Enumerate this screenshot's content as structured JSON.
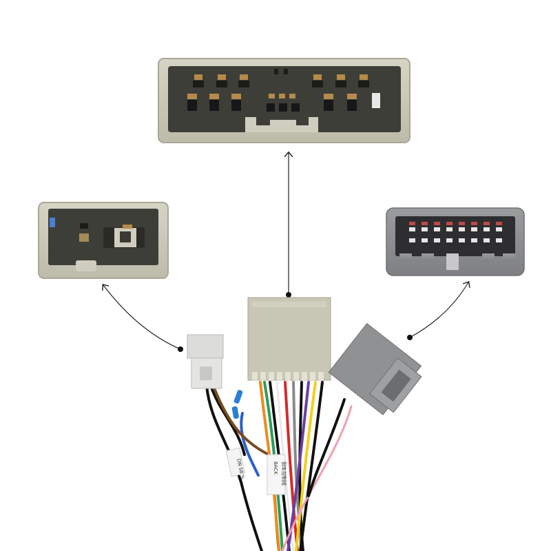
{
  "image": {
    "subject": "car-stereo-wiring-harness",
    "colors": {
      "background": "#ffffff",
      "connector_beige": "#c9c7b6",
      "connector_grey": "#8f9092",
      "connector_dark": "#3b3b36",
      "arrow": "#222222"
    },
    "callouts": [
      {
        "name": "top-connector-callout",
        "points_to": "center-beige-connector"
      },
      {
        "name": "left-connector-callout",
        "points_to": "small-white-connector"
      },
      {
        "name": "right-connector-callout",
        "points_to": "grey-angled-connector"
      }
    ],
    "wire_colors": [
      "#f08a1c",
      "#2a9d5c",
      "#d42a2a",
      "#8a8a8a",
      "#6a3fa0",
      "#f2d01c",
      "#ffffff",
      "#f0a0b0",
      "#111111",
      "#2b5fd0",
      "#7a4a20"
    ],
    "labels": {
      "tag_back_line1": "BACK",
      "tag_back_line2": "倒车控制线",
      "tag_small": "DN S8 %"
    }
  }
}
